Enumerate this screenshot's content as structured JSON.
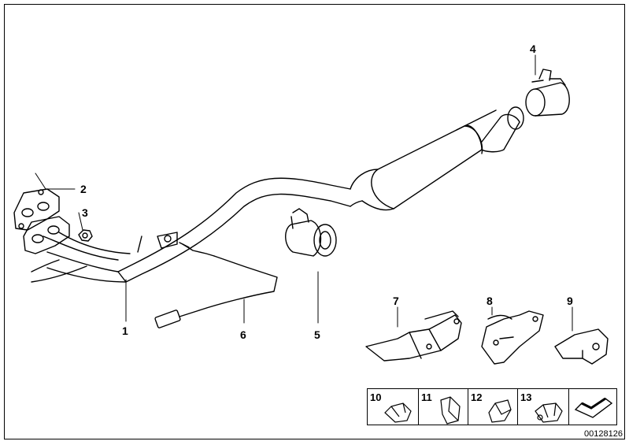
{
  "diagram": {
    "part_callouts": [
      {
        "id": "callout-1",
        "label": "1"
      },
      {
        "id": "callout-2",
        "label": "2"
      },
      {
        "id": "callout-3",
        "label": "3"
      },
      {
        "id": "callout-4",
        "label": "4"
      },
      {
        "id": "callout-5",
        "label": "5"
      },
      {
        "id": "callout-6",
        "label": "6"
      },
      {
        "id": "callout-7",
        "label": "7"
      },
      {
        "id": "callout-8",
        "label": "8"
      },
      {
        "id": "callout-9",
        "label": "9"
      }
    ],
    "thumbnails": [
      {
        "label": "10"
      },
      {
        "label": "11"
      },
      {
        "label": "12"
      },
      {
        "label": "13"
      },
      {
        "label": "",
        "icon": "arrow-icon"
      }
    ],
    "diagram_code": "00128126"
  }
}
